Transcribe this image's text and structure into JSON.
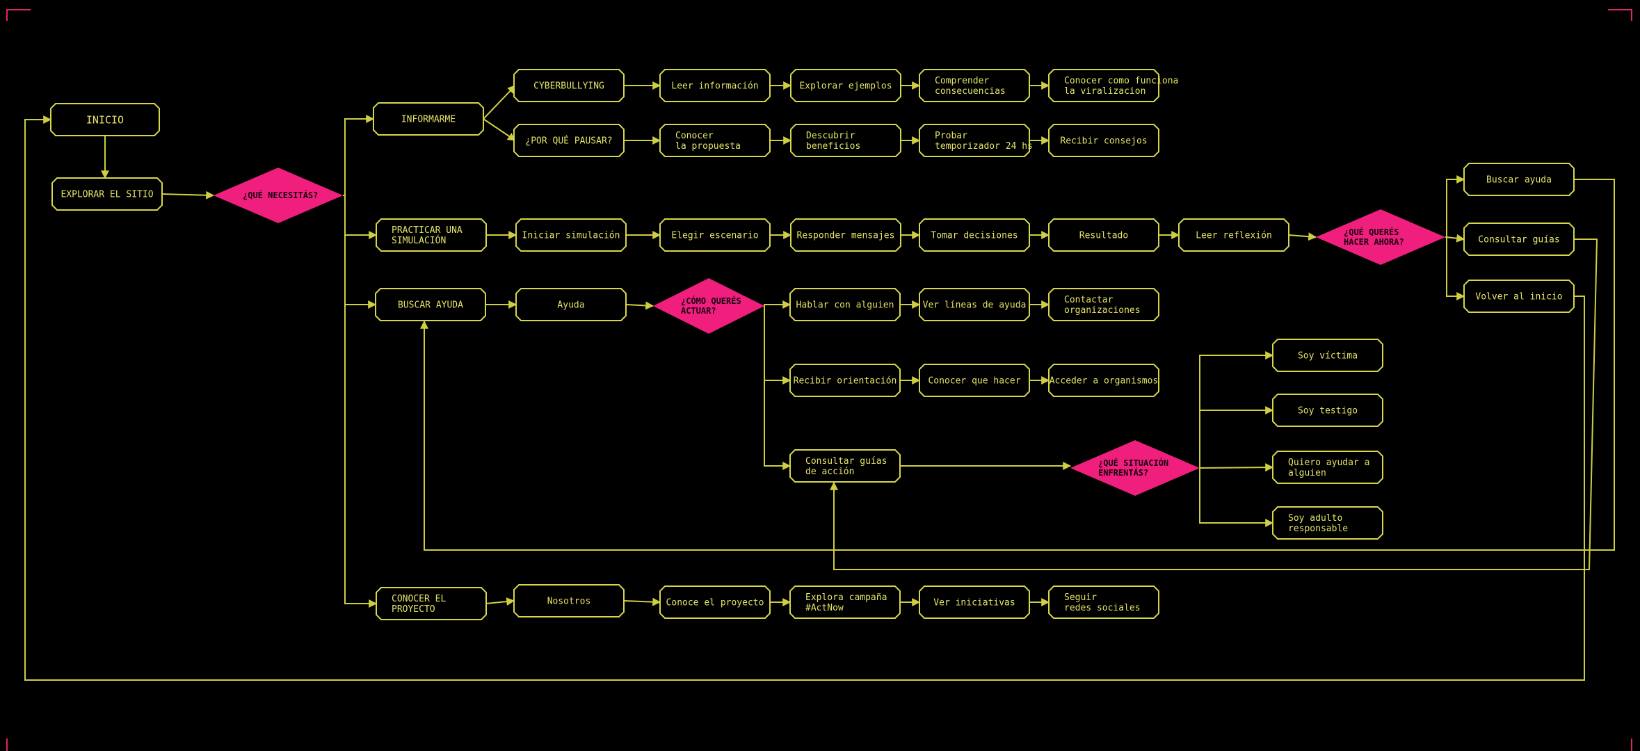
{
  "colors": {
    "background": "#000000",
    "node_stroke": "#d7d64a",
    "node_text": "#e4e36a",
    "decision_fill": "#f01f7e",
    "decision_text": "#1a0010",
    "connector": "#cfce42",
    "corner": "#e0246f"
  },
  "nodes": {
    "inicio": [
      "INICIO"
    ],
    "explorar": [
      "EXPLORAR EL SITIO"
    ],
    "q_necesitas": [
      "¿QUÉ NECESITÁS?"
    ],
    "informarme": [
      "INFORMARME"
    ],
    "cyberbullying": [
      "CYBERBULLYING"
    ],
    "leer_info": [
      "Leer información"
    ],
    "explorar_ejemplos": [
      "Explorar ejemplos"
    ],
    "comprender": [
      "Comprender",
      "consecuencias"
    ],
    "conocer_viral": [
      "Conocer como funciona",
      "la viralizacion"
    ],
    "por_que_pausar": [
      "¿POR QUÉ PAUSAR?"
    ],
    "conocer_propuesta": [
      "Conocer",
      "la propuesta"
    ],
    "descubrir_beneficios": [
      "Descubrir",
      "beneficios"
    ],
    "probar_temporizador": [
      "Probar",
      "temporizador 24 hs"
    ],
    "recibir_consejos": [
      "Recibir consejos"
    ],
    "practicar": [
      "PRACTICAR UNA",
      "SIMULACIÓN"
    ],
    "iniciar_sim": [
      "Iniciar simulación"
    ],
    "elegir_escenario": [
      "Elegir escenario"
    ],
    "responder_mensajes": [
      "Responder mensajes"
    ],
    "tomar_decisiones": [
      "Tomar decisiones"
    ],
    "resultado": [
      "Resultado"
    ],
    "leer_reflexion": [
      "Leer reflexión"
    ],
    "q_hacer_ahora": [
      "¿QUÉ QUERÉS",
      "HACER AHORA?"
    ],
    "buscar_ayuda_end": [
      "Buscar ayuda"
    ],
    "consultar_guias_end": [
      "Consultar guías"
    ],
    "volver_inicio": [
      "Volver al inicio"
    ],
    "buscar_ayuda": [
      "BUSCAR AYUDA"
    ],
    "ayuda": [
      "Ayuda"
    ],
    "q_como_actuar": [
      "¿CÓMO QUERÉS",
      "ACTUAR?"
    ],
    "hablar_alguien": [
      "Hablar con alguien"
    ],
    "ver_lineas": [
      "Ver líneas de ayuda"
    ],
    "contactar_org": [
      "Contactar",
      "organizaciones"
    ],
    "recibir_orientacion": [
      "Recibir orientación"
    ],
    "conocer_que_hacer": [
      "Conocer que hacer"
    ],
    "acceder_organismos": [
      "Acceder a organismos"
    ],
    "consultar_guias_accion": [
      "Consultar guías",
      "de acción"
    ],
    "q_situacion": [
      "¿QUÉ SITUACIÓN",
      "ENFRENTÁS?"
    ],
    "soy_victima": [
      "Soy víctima"
    ],
    "soy_testigo": [
      "Soy testigo"
    ],
    "quiero_ayudar": [
      "Quiero ayudar a",
      "alguien"
    ],
    "soy_adulto": [
      "Soy adulto",
      "responsable"
    ],
    "conocer_proyecto": [
      "CONOCER EL",
      "PROYECTO"
    ],
    "nosotros": [
      "Nosotros"
    ],
    "conoce_proyecto": [
      "Conoce el proyecto"
    ],
    "explora_campana": [
      "Explora campaña",
      "#ActNow"
    ],
    "ver_iniciativas": [
      "Ver iniciativas"
    ],
    "seguir_redes": [
      "Seguir",
      "redes sociales"
    ]
  }
}
